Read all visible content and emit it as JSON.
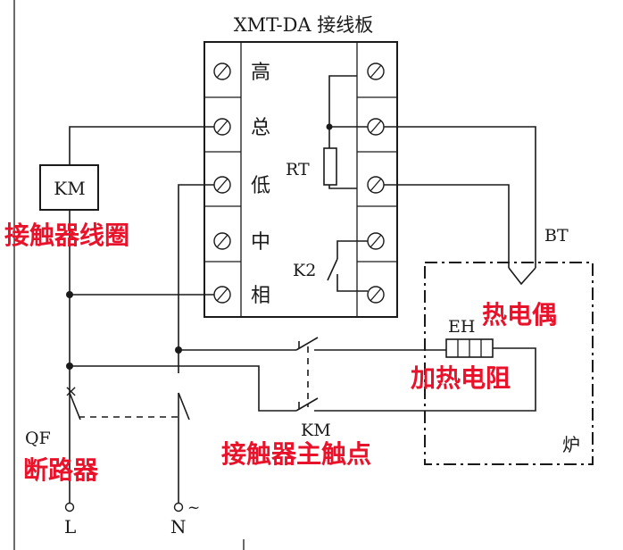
{
  "board": {
    "title": "XMT-DA 接线板",
    "left_terminals": [
      "高",
      "总",
      "低",
      "中",
      "相"
    ]
  },
  "labels": {
    "rt": "RT",
    "k2": "K2",
    "km_coil": "KM",
    "km_contact": "KM",
    "bt": "BT",
    "eh": "EH",
    "qf": "QF",
    "l": "L",
    "n": "N",
    "n_mark": "~",
    "furnace": "炉",
    "x_mark": "×"
  },
  "annotations": {
    "coil": "接触器线圈",
    "thermocouple": "热电偶",
    "heater": "加热电阻",
    "breaker": "断路器",
    "main_contact": "接触器主触点",
    "color": "#e8132b"
  }
}
